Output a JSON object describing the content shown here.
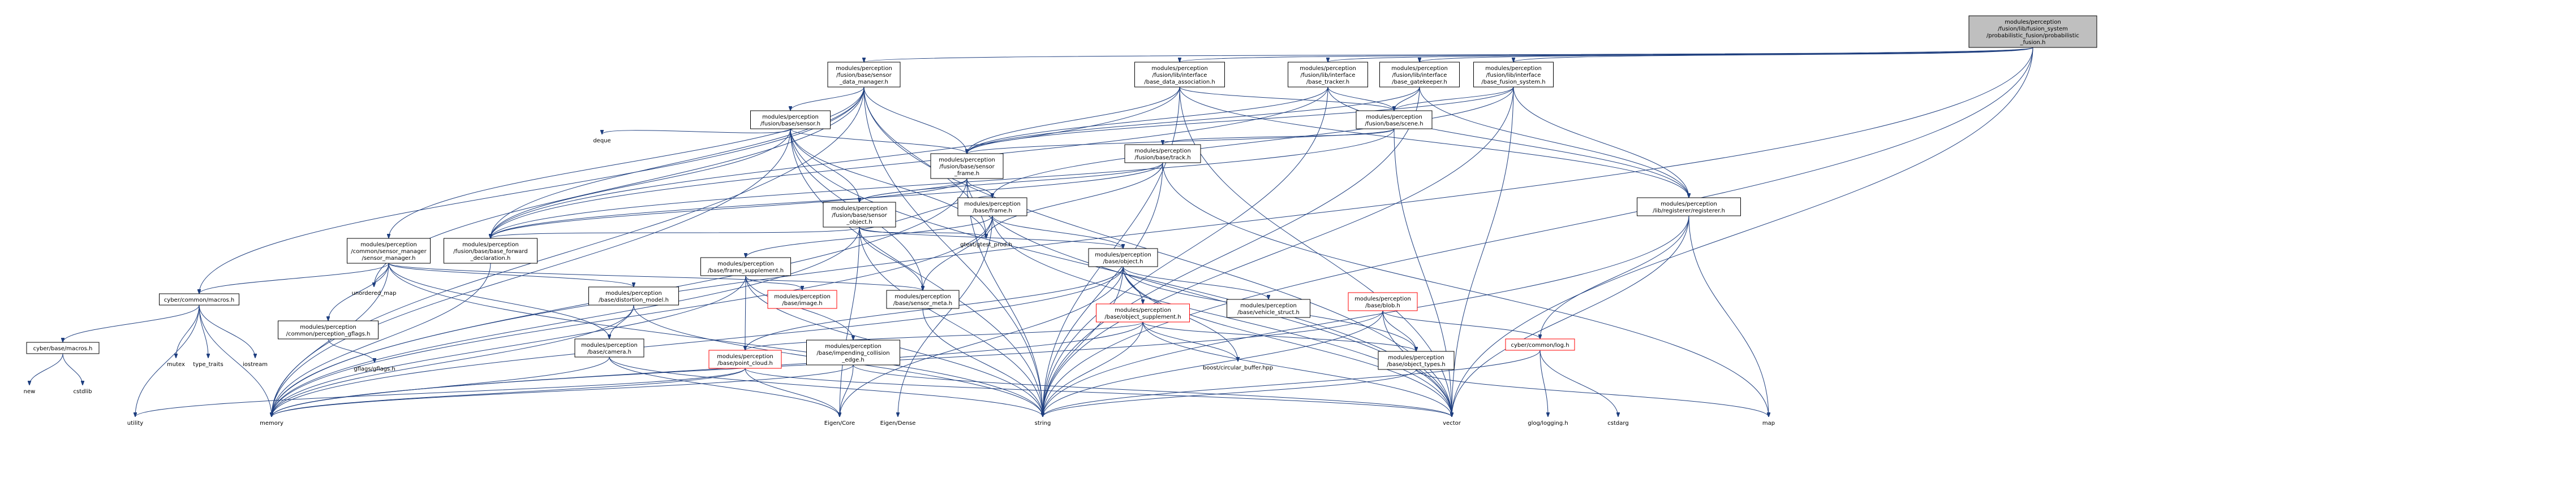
{
  "nodes": [
    {
      "id": "root",
      "style": "root",
      "lines": [
        "modules/perception",
        "/fusion/lib/fusion_system",
        "/probabilistic_fusion/probabilistic",
        "_fusion.h"
      ]
    },
    {
      "id": "sensor_data_manager",
      "style": "normal",
      "lines": [
        "modules/perception",
        "/fusion/base/sensor",
        "_data_manager.h"
      ]
    },
    {
      "id": "base_data_association",
      "style": "normal",
      "lines": [
        "modules/perception",
        "/fusion/lib/interface",
        "/base_data_association.h"
      ]
    },
    {
      "id": "base_tracker",
      "style": "normal",
      "lines": [
        "modules/perception",
        "/fusion/lib/interface",
        "/base_tracker.h"
      ]
    },
    {
      "id": "base_gatekeeper",
      "style": "normal",
      "lines": [
        "modules/perception",
        "/fusion/lib/interface",
        "/base_gatekeeper.h"
      ]
    },
    {
      "id": "base_fusion_system",
      "style": "normal",
      "lines": [
        "modules/perception",
        "/fusion/lib/interface",
        "/base_fusion_system.h"
      ]
    },
    {
      "id": "fusion_sensor",
      "style": "normal",
      "lines": [
        "modules/perception",
        "/fusion/base/sensor.h"
      ]
    },
    {
      "id": "scene",
      "style": "normal",
      "lines": [
        "modules/perception",
        "/fusion/base/scene.h"
      ]
    },
    {
      "id": "sensor_frame",
      "style": "normal",
      "lines": [
        "modules/perception",
        "/fusion/base/sensor",
        "_frame.h"
      ]
    },
    {
      "id": "track",
      "style": "normal",
      "lines": [
        "modules/perception",
        "/fusion/base/track.h"
      ]
    },
    {
      "id": "sensor_object",
      "style": "normal",
      "lines": [
        "modules/perception",
        "/fusion/base/sensor",
        "_object.h"
      ]
    },
    {
      "id": "base_frame",
      "style": "normal",
      "lines": [
        "modules/perception",
        "/base/frame.h"
      ]
    },
    {
      "id": "registerer",
      "style": "normal",
      "lines": [
        "modules/perception",
        "/lib/registerer/registerer.h"
      ]
    },
    {
      "id": "common_sensor_manager",
      "style": "normal",
      "lines": [
        "modules/perception",
        "/common/sensor_manager",
        "/sensor_manager.h"
      ]
    },
    {
      "id": "base_forward_declaration",
      "style": "normal",
      "lines": [
        "modules/perception",
        "/fusion/base/base_forward",
        "_declaration.h"
      ]
    },
    {
      "id": "gtest_prod",
      "style": "plain",
      "lines": [
        "gtest/gtest_prod.h"
      ]
    },
    {
      "id": "frame_supplement",
      "style": "normal",
      "lines": [
        "modules/perception",
        "/base/frame_supplement.h"
      ]
    },
    {
      "id": "base_object",
      "style": "normal",
      "lines": [
        "modules/perception",
        "/base/object.h"
      ]
    },
    {
      "id": "deque",
      "style": "plain",
      "lines": [
        "deque"
      ]
    },
    {
      "id": "unordered_map",
      "style": "plain",
      "lines": [
        "unordered_map"
      ]
    },
    {
      "id": "cyber_macros",
      "style": "normal",
      "lines": [
        "cyber/common/macros.h"
      ]
    },
    {
      "id": "perception_gflags",
      "style": "normal",
      "lines": [
        "modules/perception",
        "/common/perception_gflags.h"
      ]
    },
    {
      "id": "distortion_model",
      "style": "normal",
      "lines": [
        "modules/perception",
        "/base/distortion_model.h"
      ]
    },
    {
      "id": "base_image",
      "style": "red",
      "lines": [
        "modules/perception",
        "/base/image.h"
      ]
    },
    {
      "id": "sensor_meta",
      "style": "normal",
      "lines": [
        "modules/perception",
        "/base/sensor_meta.h"
      ]
    },
    {
      "id": "object_supplement",
      "style": "red",
      "lines": [
        "modules/perception",
        "/base/object_supplement.h"
      ]
    },
    {
      "id": "vehicle_struct",
      "style": "normal",
      "lines": [
        "modules/perception",
        "/base/vehicle_struct.h"
      ]
    },
    {
      "id": "base_blob",
      "style": "red",
      "lines": [
        "modules/perception",
        "/base/blob.h"
      ]
    },
    {
      "id": "gflags",
      "style": "plain",
      "lines": [
        "gflags/gflags.h"
      ]
    },
    {
      "id": "cyber_base_macros",
      "style": "normal",
      "lines": [
        "cyber/base/macros.h"
      ]
    },
    {
      "id": "mutex",
      "style": "plain",
      "lines": [
        "mutex"
      ]
    },
    {
      "id": "type_traits",
      "style": "plain",
      "lines": [
        "type_traits"
      ]
    },
    {
      "id": "iostream",
      "style": "plain",
      "lines": [
        "iostream"
      ]
    },
    {
      "id": "base_camera",
      "style": "normal",
      "lines": [
        "modules/perception",
        "/base/camera.h"
      ]
    },
    {
      "id": "point_cloud",
      "style": "red",
      "lines": [
        "modules/perception",
        "/base/point_cloud.h"
      ]
    },
    {
      "id": "impending_collision_edge",
      "style": "normal",
      "lines": [
        "modules/perception",
        "/base/impending_collision",
        "_edge.h"
      ]
    },
    {
      "id": "boost_circular_buffer",
      "style": "plain",
      "lines": [
        "boost/circular_buffer.hpp"
      ]
    },
    {
      "id": "object_types",
      "style": "normal",
      "lines": [
        "modules/perception",
        "/base/object_types.h"
      ]
    },
    {
      "id": "cyber_log",
      "style": "red",
      "lines": [
        "cyber/common/log.h"
      ]
    },
    {
      "id": "new",
      "style": "plain",
      "lines": [
        "new"
      ]
    },
    {
      "id": "cstdlib",
      "style": "plain",
      "lines": [
        "cstdlib"
      ]
    },
    {
      "id": "utility",
      "style": "plain",
      "lines": [
        "utility"
      ]
    },
    {
      "id": "memory",
      "style": "plain",
      "lines": [
        "memory"
      ]
    },
    {
      "id": "eigen_core",
      "style": "plain",
      "lines": [
        "Eigen/Core"
      ]
    },
    {
      "id": "eigen_dense",
      "style": "plain",
      "lines": [
        "Eigen/Dense"
      ]
    },
    {
      "id": "string",
      "style": "plain",
      "lines": [
        "string"
      ]
    },
    {
      "id": "vector",
      "style": "plain",
      "lines": [
        "vector"
      ]
    },
    {
      "id": "map",
      "style": "plain",
      "lines": [
        "map"
      ]
    },
    {
      "id": "glog_logging",
      "style": "plain",
      "lines": [
        "glog/logging.h"
      ]
    },
    {
      "id": "cstdarg",
      "style": "plain",
      "lines": [
        "cstdarg"
      ]
    }
  ],
  "edges": [
    [
      "root",
      "sensor_data_manager"
    ],
    [
      "root",
      "base_data_association"
    ],
    [
      "root",
      "base_tracker"
    ],
    [
      "root",
      "base_gatekeeper"
    ],
    [
      "root",
      "base_fusion_system"
    ],
    [
      "root",
      "memory"
    ],
    [
      "root",
      "string"
    ],
    [
      "root",
      "vector"
    ],
    [
      "sensor_data_manager",
      "fusion_sensor"
    ],
    [
      "sensor_data_manager",
      "sensor_frame"
    ],
    [
      "sensor_data_manager",
      "common_sensor_manager"
    ],
    [
      "sensor_data_manager",
      "base_forward_declaration"
    ],
    [
      "sensor_data_manager",
      "gtest_prod"
    ],
    [
      "sensor_data_manager",
      "cyber_macros"
    ],
    [
      "sensor_data_manager",
      "unordered_map"
    ],
    [
      "sensor_data_manager",
      "memory"
    ],
    [
      "sensor_data_manager",
      "string"
    ],
    [
      "sensor_data_manager",
      "vector"
    ],
    [
      "base_data_association",
      "scene"
    ],
    [
      "base_data_association",
      "sensor_frame"
    ],
    [
      "base_data_association",
      "base_forward_declaration"
    ],
    [
      "base_data_association",
      "registerer"
    ],
    [
      "base_data_association",
      "string"
    ],
    [
      "base_data_association",
      "vector"
    ],
    [
      "base_tracker",
      "scene"
    ],
    [
      "base_tracker",
      "sensor_frame"
    ],
    [
      "base_tracker",
      "registerer"
    ],
    [
      "base_tracker",
      "base_forward_declaration"
    ],
    [
      "base_tracker",
      "string"
    ],
    [
      "base_gatekeeper",
      "scene"
    ],
    [
      "base_gatekeeper",
      "sensor_frame"
    ],
    [
      "base_gatekeeper",
      "registerer"
    ],
    [
      "base_gatekeeper",
      "string"
    ],
    [
      "base_fusion_system",
      "scene"
    ],
    [
      "base_fusion_system",
      "sensor_frame"
    ],
    [
      "base_fusion_system",
      "base_frame"
    ],
    [
      "base_fusion_system",
      "registerer"
    ],
    [
      "base_fusion_system",
      "string"
    ],
    [
      "base_fusion_system",
      "vector"
    ],
    [
      "fusion_sensor",
      "sensor_frame"
    ],
    [
      "fusion_sensor",
      "sensor_object"
    ],
    [
      "fusion_sensor",
      "base_forward_declaration"
    ],
    [
      "fusion_sensor",
      "sensor_meta"
    ],
    [
      "fusion_sensor",
      "gtest_prod"
    ],
    [
      "fusion_sensor",
      "deque"
    ],
    [
      "fusion_sensor",
      "memory"
    ],
    [
      "fusion_sensor",
      "string"
    ],
    [
      "fusion_sensor",
      "vector"
    ],
    [
      "scene",
      "sensor_frame"
    ],
    [
      "scene",
      "track"
    ],
    [
      "scene",
      "base_forward_declaration"
    ],
    [
      "scene",
      "vector"
    ],
    [
      "sensor_frame",
      "sensor_object"
    ],
    [
      "sensor_frame",
      "base_frame"
    ],
    [
      "sensor_frame",
      "base_forward_declaration"
    ],
    [
      "sensor_frame",
      "memory"
    ],
    [
      "sensor_frame",
      "string"
    ],
    [
      "sensor_frame",
      "vector"
    ],
    [
      "track",
      "sensor_object"
    ],
    [
      "track",
      "base_forward_declaration"
    ],
    [
      "track",
      "gtest_prod"
    ],
    [
      "track",
      "map"
    ],
    [
      "track",
      "string"
    ],
    [
      "sensor_object",
      "base_object"
    ],
    [
      "sensor_object",
      "base_frame"
    ],
    [
      "sensor_object",
      "base_forward_declaration"
    ],
    [
      "sensor_object",
      "sensor_meta"
    ],
    [
      "sensor_object",
      "gtest_prod"
    ],
    [
      "sensor_object",
      "eigen_core"
    ],
    [
      "sensor_object",
      "memory"
    ],
    [
      "sensor_object",
      "string"
    ],
    [
      "base_frame",
      "frame_supplement"
    ],
    [
      "base_frame",
      "base_object"
    ],
    [
      "base_frame",
      "sensor_meta"
    ],
    [
      "base_frame",
      "eigen_dense"
    ],
    [
      "base_frame",
      "memory"
    ],
    [
      "base_frame",
      "vector"
    ],
    [
      "registerer",
      "cyber_log"
    ],
    [
      "registerer",
      "map"
    ],
    [
      "registerer",
      "string"
    ],
    [
      "registerer",
      "vector"
    ],
    [
      "common_sensor_manager",
      "cyber_macros"
    ],
    [
      "common_sensor_manager",
      "perception_gflags"
    ],
    [
      "common_sensor_manager",
      "distortion_model"
    ],
    [
      "common_sensor_manager",
      "sensor_meta"
    ],
    [
      "common_sensor_manager",
      "base_camera"
    ],
    [
      "common_sensor_manager",
      "unordered_map"
    ],
    [
      "common_sensor_manager",
      "memory"
    ],
    [
      "common_sensor_manager",
      "string"
    ],
    [
      "base_forward_declaration",
      "memory"
    ],
    [
      "frame_supplement",
      "base_image"
    ],
    [
      "frame_supplement",
      "impending_collision_edge"
    ],
    [
      "frame_supplement",
      "point_cloud"
    ],
    [
      "frame_supplement",
      "memory"
    ],
    [
      "frame_supplement",
      "string"
    ],
    [
      "base_object",
      "object_supplement"
    ],
    [
      "base_object",
      "vehicle_struct"
    ],
    [
      "base_object",
      "object_types"
    ],
    [
      "base_object",
      "point_cloud"
    ],
    [
      "base_object",
      "boost_circular_buffer"
    ],
    [
      "base_object",
      "eigen_core"
    ],
    [
      "base_object",
      "memory"
    ],
    [
      "base_object",
      "string"
    ],
    [
      "base_object",
      "vector"
    ],
    [
      "cyber_macros",
      "cyber_base_macros"
    ],
    [
      "cyber_macros",
      "mutex"
    ],
    [
      "cyber_macros",
      "type_traits"
    ],
    [
      "cyber_macros",
      "iostream"
    ],
    [
      "cyber_macros",
      "utility"
    ],
    [
      "cyber_macros",
      "memory"
    ],
    [
      "perception_gflags",
      "gflags"
    ],
    [
      "distortion_model",
      "base_camera"
    ],
    [
      "distortion_model",
      "memory"
    ],
    [
      "distortion_model",
      "string"
    ],
    [
      "sensor_meta",
      "string"
    ],
    [
      "object_supplement",
      "object_types"
    ],
    [
      "object_supplement",
      "point_cloud"
    ],
    [
      "object_supplement",
      "boost_circular_buffer"
    ],
    [
      "object_supplement",
      "memory"
    ],
    [
      "object_supplement",
      "string"
    ],
    [
      "object_supplement",
      "vector"
    ],
    [
      "base_blob",
      "object_types"
    ],
    [
      "base_blob",
      "cyber_log"
    ],
    [
      "base_blob",
      "memory"
    ],
    [
      "base_blob",
      "string"
    ],
    [
      "base_blob",
      "vector"
    ],
    [
      "cyber_base_macros",
      "new"
    ],
    [
      "cyber_base_macros",
      "cstdlib"
    ],
    [
      "base_camera",
      "eigen_core"
    ],
    [
      "base_camera",
      "memory"
    ],
    [
      "base_camera",
      "string"
    ],
    [
      "point_cloud",
      "eigen_core"
    ],
    [
      "point_cloud",
      "memory"
    ],
    [
      "point_cloud",
      "utility"
    ],
    [
      "point_cloud",
      "vector"
    ],
    [
      "impending_collision_edge",
      "eigen_core"
    ],
    [
      "impending_collision_edge",
      "memory"
    ],
    [
      "impending_collision_edge",
      "vector"
    ],
    [
      "object_types",
      "string"
    ],
    [
      "object_types",
      "map"
    ],
    [
      "cyber_log",
      "glog_logging"
    ],
    [
      "cyber_log",
      "cstdarg"
    ],
    [
      "cyber_log",
      "string"
    ]
  ]
}
